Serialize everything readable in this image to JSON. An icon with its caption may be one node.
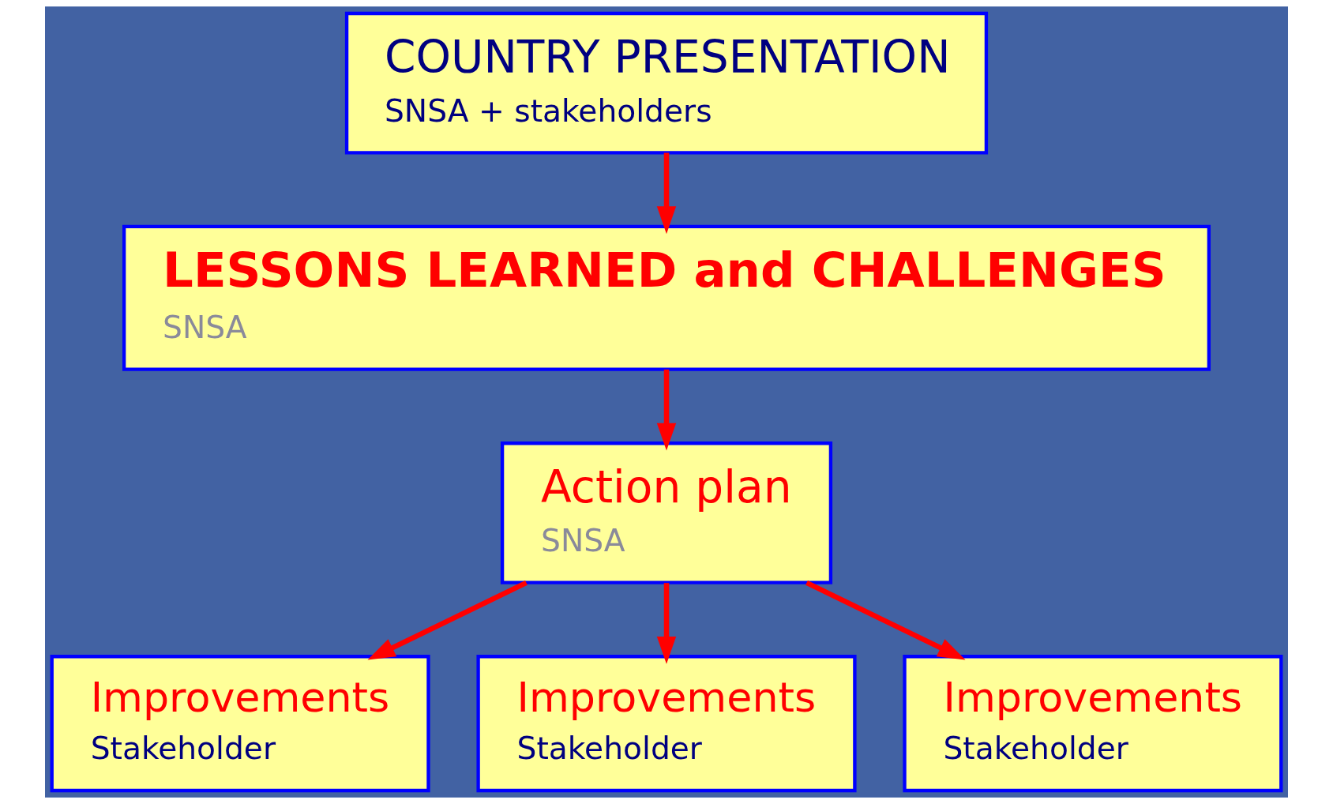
{
  "diagram": {
    "nodes": [
      {
        "text": [
          "COUNTRY PRESENTATION",
          "SNSA + stakeholders"
        ]
      },
      {
        "text": [
          "LESSONS LEARNED and CHALLENGES",
          "SNSA"
        ]
      },
      {
        "text": [
          "Action plan",
          "SNSA"
        ]
      },
      {
        "text": [
          "Improvements",
          "Stakeholder"
        ]
      },
      {
        "text": [
          "Improvements",
          "Stakeholder"
        ]
      },
      {
        "text": [
          "Improvements",
          "Stakeholder"
        ]
      }
    ],
    "edges": [
      {
        "from": 0,
        "to": 1,
        "arrow": "to"
      },
      {
        "from": 1,
        "to": 2,
        "arrow": "to"
      },
      {
        "from": 2,
        "to": 3,
        "arrow": "to"
      },
      {
        "from": 2,
        "to": 4,
        "arrow": "to"
      },
      {
        "from": 2,
        "to": 5,
        "arrow": "to"
      }
    ]
  }
}
